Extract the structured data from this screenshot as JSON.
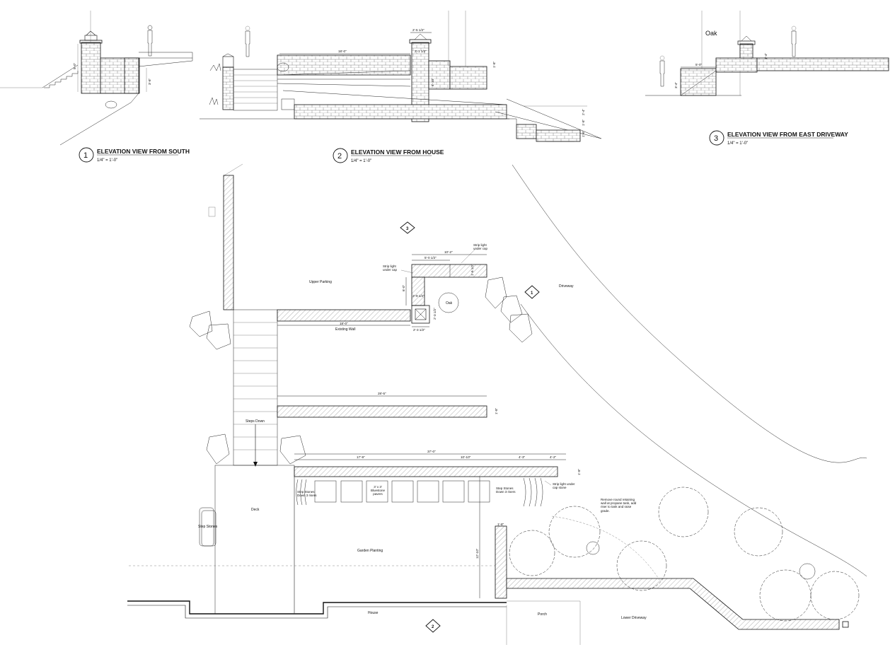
{
  "elevations": {
    "south": {
      "number": "1",
      "title": "ELEVATION VIEW FROM SOUTH",
      "scale": "1/4\" = 1'-0\""
    },
    "house": {
      "number": "2",
      "title": "ELEVATION VIEW FROM HOUSE",
      "scale": "1/4\" = 1'-0\""
    },
    "east_driveway": {
      "number": "3",
      "title": "ELEVATION VIEW FROM EAST DRIVEWAY",
      "scale": "1/4\" = 1'-0\"",
      "tree_label": "Oak"
    }
  },
  "elevation_dims": {
    "south_height": "5'-0\"",
    "south_pier": "3'-8\"",
    "house_length": "18'-0\"",
    "house_cap_width": "2'-5 1/2\"",
    "house_pier_width": "2'-1 1/2\"",
    "house_pier_height": "4'-10\"",
    "house_wall_height": "1'-8\"",
    "house_lower_1": "2'-4\"",
    "house_lower_2": "1'-8\"",
    "house_lower_3": "1'-6\"",
    "east_width": "5'-0\"",
    "east_height": "3'-4\"",
    "east_cap": "1'-4\""
  },
  "plan": {
    "labels": {
      "upper_parking": "Upper Parking",
      "driveway": "Driveway",
      "oak": "Oak",
      "existing_wall": "Existing Wall",
      "steps_down": "Steps Down",
      "deck": "Deck",
      "step_stones": "Step Stones",
      "garden_planting": "Garden Planting",
      "house": "House",
      "porch": "Porch",
      "lower_driveway": "Lower Driveway",
      "bluestone": "3' x 3' Bluestone pavers",
      "step_stones_left": "Step Stones Down 3 risers",
      "step_stones_right": "Step Stones Down 3 risers",
      "strip_light_top": "Strip light under cap",
      "strip_light_left": "Strip light under cap",
      "strip_light_right": "Strip light under cap stone",
      "remove_note": "Remove round retaining wall at propane tank, add riser to tank and raise grade."
    },
    "dims": {
      "top_overall": "10'-2\"",
      "top_left": "5'-0 1/2\"",
      "top_right_depth": "1'-6 1/2\"",
      "left_vertical": "6'-0\"",
      "pier_top": "2'-9 1/2\"",
      "pier_side": "2'-3 1/2\"",
      "pier_bottom": "2'-3 1/2\"",
      "existing_wall_len": "18'-0\"",
      "mid_wall_len": "28'-5\"",
      "mid_wall_depth": "1'-8\"",
      "lower_overall": "37'-0\"",
      "lower_a": "17'-9\"",
      "lower_b": "10'-10\"",
      "lower_c": "4'-3\"",
      "lower_d": "4'-2\"",
      "lower_depth": "1'-8\"",
      "garden_depth": "12'-10\"",
      "small_depth": "1'-8\""
    },
    "section_markers": {
      "top": "3",
      "right": "1",
      "bottom": "2"
    }
  }
}
